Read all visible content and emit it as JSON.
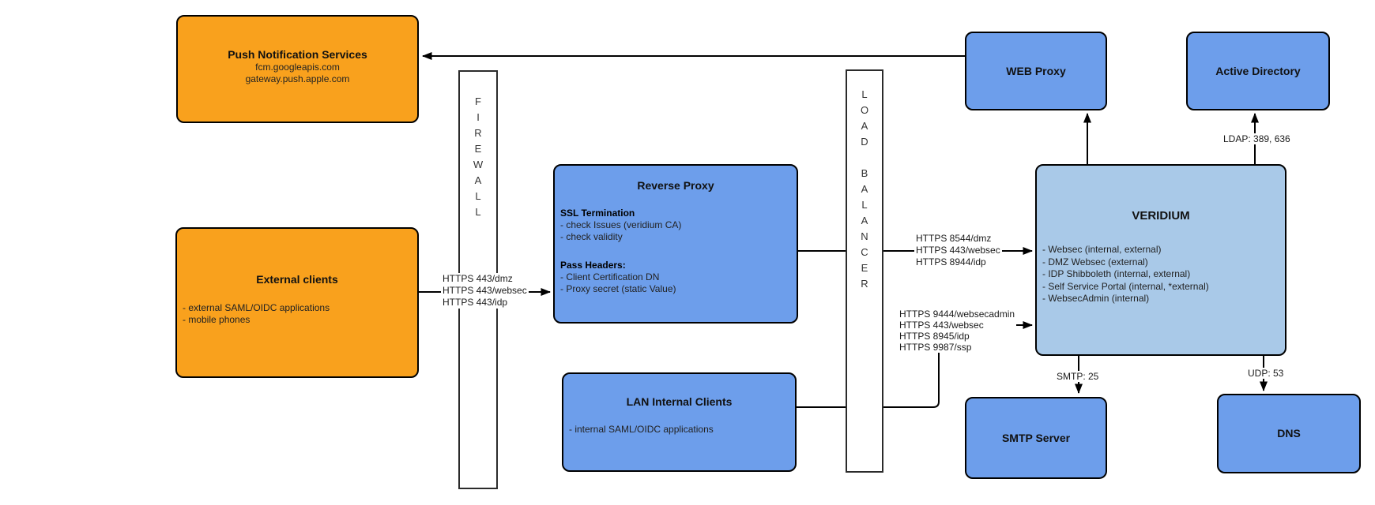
{
  "colors": {
    "orange": "#F9A11D",
    "blue": "#6D9EEB",
    "light_blue": "#A9C9E8"
  },
  "nodes": {
    "push": {
      "title": "Push Notification Services",
      "lines": [
        "fcm.googleapis.com",
        "gateway.push.apple.com"
      ]
    },
    "external": {
      "title": "External clients",
      "items": [
        "- external SAML/OIDC applications",
        "- mobile phones"
      ]
    },
    "firewall": {
      "label": "FIREWALL"
    },
    "reverse_proxy": {
      "title": "Reverse Proxy",
      "sections": [
        {
          "heading": "SSL Termination",
          "items": [
            "- check Issues (veridium CA)",
            "- check validity"
          ]
        },
        {
          "heading": "Pass Headers:",
          "items": [
            "- Client Certification DN",
            "- Proxy secret (static Value)"
          ]
        }
      ]
    },
    "lan": {
      "title": "LAN Internal Clients",
      "items": [
        "- internal SAML/OIDC applications"
      ]
    },
    "load_balancer": {
      "label": "LOAD BALANCER"
    },
    "web_proxy": {
      "title": "WEB Proxy"
    },
    "active_directory": {
      "title": "Active Directory"
    },
    "veridium": {
      "title": "VERIDIUM",
      "items": [
        "- Websec (internal, external)",
        "- DMZ Websec (external)",
        "- IDP Shibboleth (internal, external)",
        "- Self Service Portal (internal, *external)",
        "- WebsecAdmin (internal)"
      ]
    },
    "smtp": {
      "title": "SMTP Server"
    },
    "dns": {
      "title": "DNS"
    }
  },
  "edge_labels": {
    "external_to_reverse_proxy": [
      "HTTPS 443/dmz",
      "HTTPS 443/websec",
      "HTTPS 443/idp"
    ],
    "reverse_proxy_to_veridium": [
      "HTTPS 8544/dmz",
      "HTTPS 443/websec",
      "HTTPS 8944/idp"
    ],
    "lan_to_veridium": [
      "HTTPS 9444/websecadmin",
      "HTTPS 443/websec",
      "HTTPS 8945/idp",
      "HTTPS 9987/ssp"
    ],
    "ldap": "LDAP: 389, 636",
    "smtp": "SMTP: 25",
    "udp": "UDP: 53"
  }
}
